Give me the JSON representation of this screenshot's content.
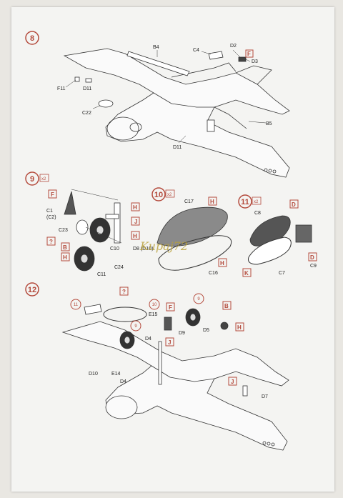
{
  "steps": [
    {
      "number": "8"
    },
    {
      "number": "9",
      "mult": "x2"
    },
    {
      "number": "10",
      "mult": "x2"
    },
    {
      "number": "11",
      "mult": "x2"
    },
    {
      "number": "12"
    }
  ],
  "step8": {
    "labels": [
      "B4",
      "C4",
      "D2",
      "F",
      "D3",
      "F11",
      "D11",
      "C22",
      "B5",
      "D11"
    ]
  },
  "step9": {
    "labels": [
      "F",
      "C1",
      "(C2)",
      "C23",
      "H",
      "J",
      "H",
      "?",
      "B",
      "H",
      "C10",
      "D8 (D10)",
      "C24",
      "C11"
    ]
  },
  "step10": {
    "labels": [
      "C17",
      "H",
      "H",
      "C16"
    ]
  },
  "step11": {
    "labels": [
      "C8",
      "D",
      "D",
      "C9",
      "K",
      "C7"
    ]
  },
  "step12": {
    "labels": [
      "11",
      "?",
      "10",
      "F",
      "9",
      "B",
      "E15",
      "D4",
      "J",
      "D9",
      "D5",
      "H",
      "9",
      "D10",
      "E14",
      "D4",
      "J",
      "D7"
    ]
  },
  "watermark": "Kupaj72"
}
